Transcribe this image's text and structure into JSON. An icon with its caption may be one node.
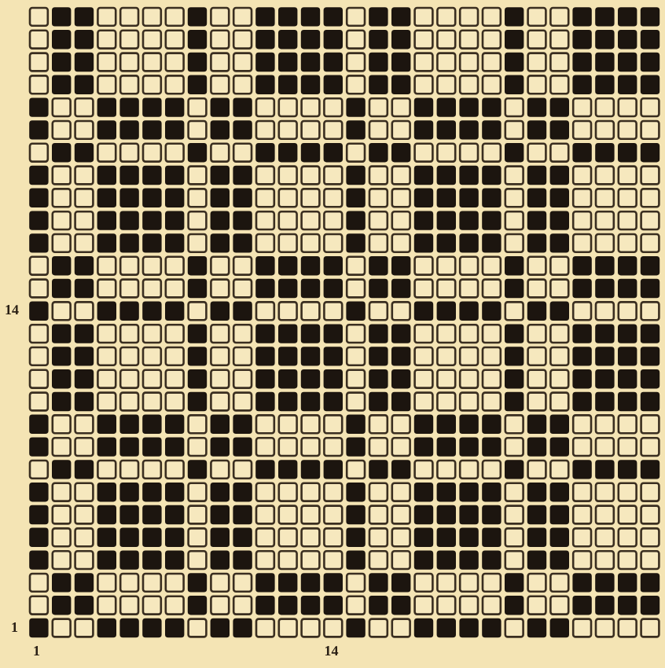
{
  "diagram": {
    "labels": [
      "14",
      "1",
      "1",
      "14"
    ]
  }
}
